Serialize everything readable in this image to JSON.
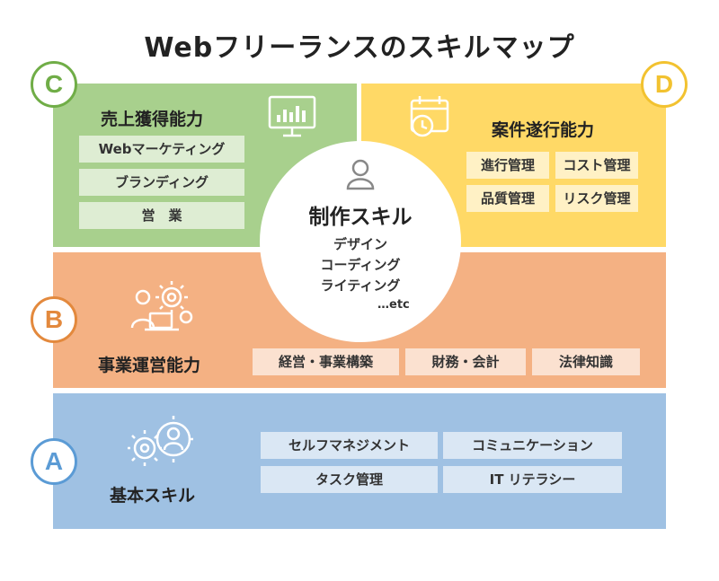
{
  "title": "Webフリーランスのスキルマップ",
  "badges": {
    "c": "C",
    "d": "D",
    "b": "B",
    "a": "A"
  },
  "sections": {
    "c": {
      "heading": "売上獲得能力",
      "items": [
        "Webマーケティング",
        "ブランディング",
        "営　業"
      ],
      "icon": "monitor-chart-icon",
      "color": "#a8d08d"
    },
    "d": {
      "heading": "案件遂行能力",
      "items": [
        "進行管理",
        "コスト管理",
        "品質管理",
        "リスク管理"
      ],
      "icon": "calendar-clock-icon",
      "color": "#ffd966"
    },
    "b": {
      "heading": "事業運営能力",
      "items": [
        "経営・事業構築",
        "財務・会計",
        "法律知識"
      ],
      "icon": "person-laptop-gears-icon",
      "color": "#f4b183"
    },
    "a": {
      "heading": "基本スキル",
      "items": [
        "セルフマネジメント",
        "コミュニケーション",
        "タスク管理",
        "IT リテラシー"
      ],
      "icon": "gears-person-icon",
      "color": "#9fc1e3"
    }
  },
  "center": {
    "heading": "制作スキル",
    "items": [
      "デザイン",
      "コーディング",
      "ライティング"
    ],
    "etc": "…etc",
    "icon": "person-icon"
  }
}
